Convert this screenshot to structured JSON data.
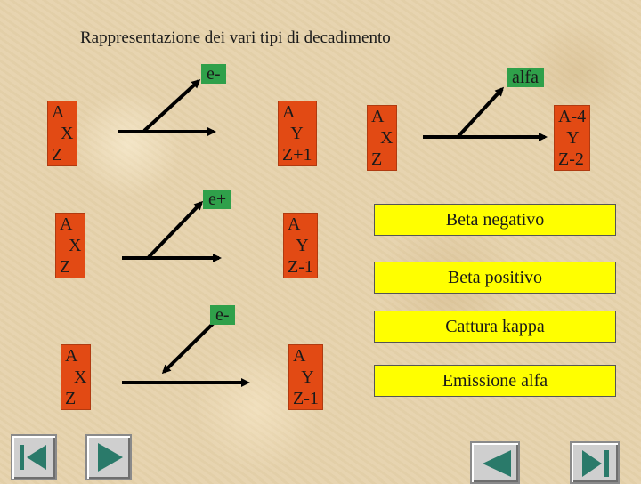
{
  "title": "Rappresentazione dei vari tipi di decadimento",
  "decays": {
    "beta_minus": {
      "particle": "e-",
      "parent": "A\n  X\nZ",
      "daughter": "A\n  Y\nZ+1"
    },
    "alpha": {
      "particle": "alfa",
      "parent": "A\n  X\nZ",
      "daughter": "A-4\n  Y\nZ-2"
    },
    "beta_plus": {
      "particle": "e+",
      "parent": "A\n  X\nZ",
      "daughter": "A\n  Y\nZ-1"
    },
    "electron_capture": {
      "particle": "e-",
      "parent": "A\n  X\nZ",
      "daughter": "A\n  Y\nZ-1"
    }
  },
  "answers": [
    "Beta negativo",
    "Beta positivo",
    "Cattura kappa",
    "Emissione alfa"
  ],
  "navigation": {
    "first": "first-slide-icon",
    "next": "next-slide-icon",
    "previous": "previous-slide-icon",
    "last": "last-slide-icon"
  },
  "colors": {
    "nucleus_label": "#e24a14",
    "particle_label": "#2fa04a",
    "answer_box": "#ffff00",
    "nav_icon": "#2a7a6a"
  }
}
